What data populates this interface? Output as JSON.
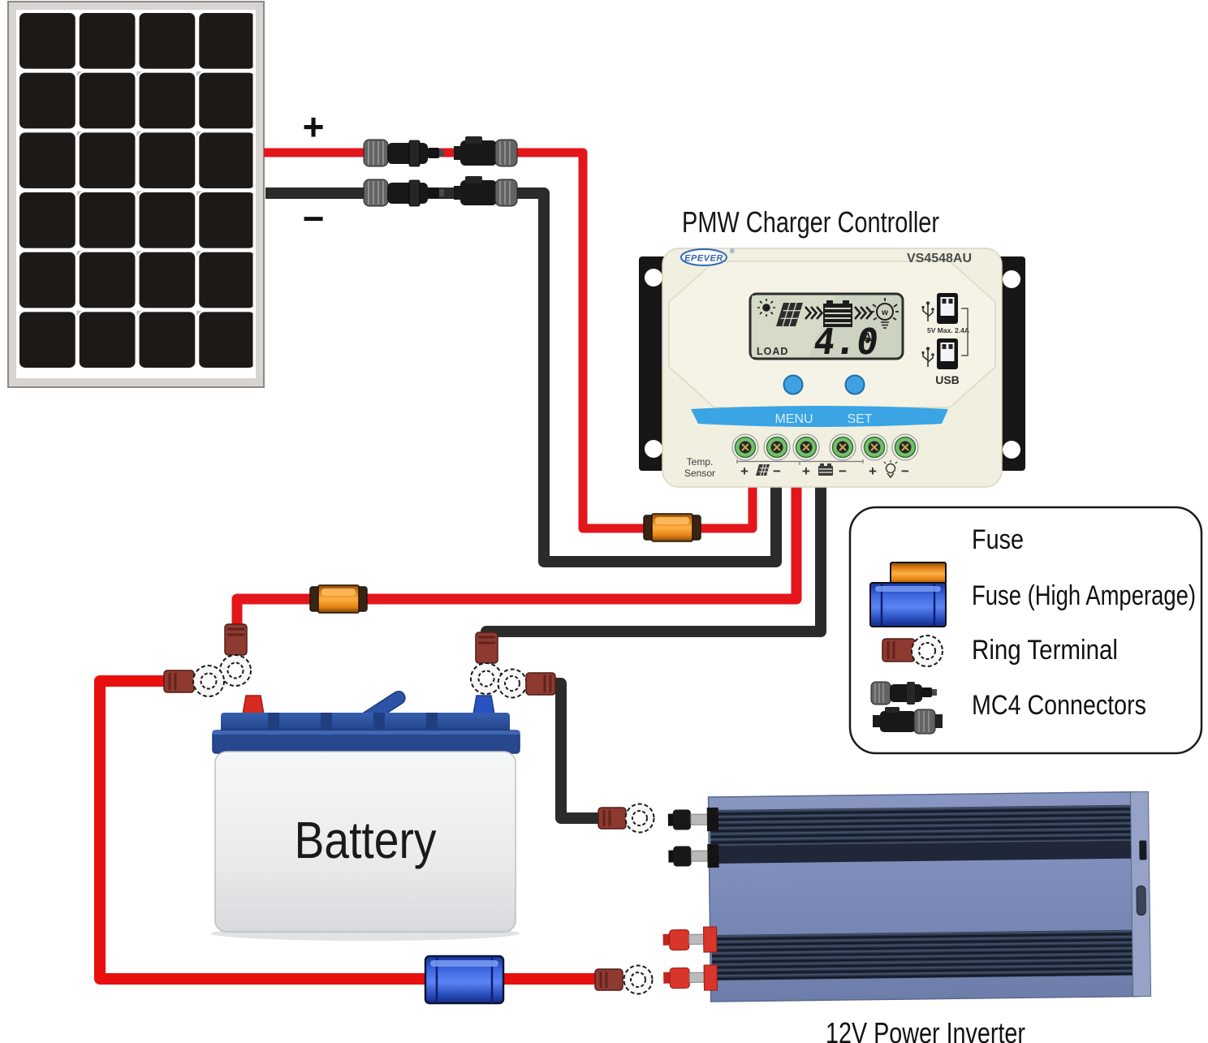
{
  "panel": {
    "plus": "+",
    "minus": "−"
  },
  "controller": {
    "title": "PMW Charger Controller",
    "brand": "EPEVER",
    "brand_reg": "®",
    "model": "VS4548AU",
    "lcd": {
      "load": "LOAD",
      "amps": "4.0",
      "amp_unit": "A"
    },
    "menu": "MENU",
    "set": "SET",
    "usb_rating": "5V   Max. 2.4A",
    "usb": "USB",
    "temp1": "Temp.",
    "temp2": "Sensor",
    "signs": [
      "+",
      "−",
      "+",
      "−",
      "+",
      "−"
    ]
  },
  "battery": {
    "label": "Battery"
  },
  "inverter": {
    "label": "12V Power Inverter"
  },
  "legend": {
    "items": [
      {
        "label": "Fuse"
      },
      {
        "label": "Fuse (High Amperage)"
      },
      {
        "label": "Ring Terminal"
      },
      {
        "label": "MC4 Connectors"
      }
    ]
  }
}
